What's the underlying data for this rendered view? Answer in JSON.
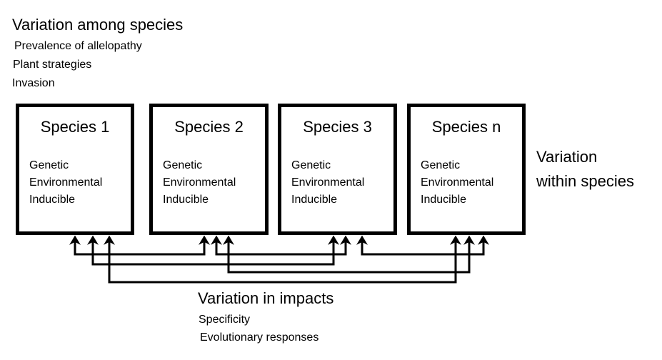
{
  "among": {
    "heading": "Variation among species",
    "items": [
      "Prevalence of allelopathy",
      "Plant strategies",
      "Invasion"
    ]
  },
  "species": [
    {
      "name": "Species 1",
      "attributes": [
        "Genetic",
        "Environmental",
        "Inducible"
      ]
    },
    {
      "name": "Species 2",
      "attributes": [
        "Genetic",
        "Environmental",
        "Inducible"
      ]
    },
    {
      "name": "Species 3",
      "attributes": [
        "Genetic",
        "Environmental",
        "Inducible"
      ]
    },
    {
      "name": "Species n",
      "attributes": [
        "Genetic",
        "Environmental",
        "Inducible"
      ]
    }
  ],
  "within": {
    "line1": "Variation",
    "line2": "within species"
  },
  "impacts": {
    "heading": "Variation in impacts",
    "items": [
      "Specificity",
      "Evolutionary responses"
    ]
  },
  "connections": [
    {
      "from": "Species 1",
      "to": "Species 2"
    },
    {
      "from": "Species 2",
      "to": "Species 3"
    },
    {
      "from": "Species 3",
      "to": "Species n"
    },
    {
      "from": "Species 1",
      "to": "Species 3"
    },
    {
      "from": "Species 2",
      "to": "Species n"
    },
    {
      "from": "Species 1",
      "to": "Species n"
    }
  ]
}
